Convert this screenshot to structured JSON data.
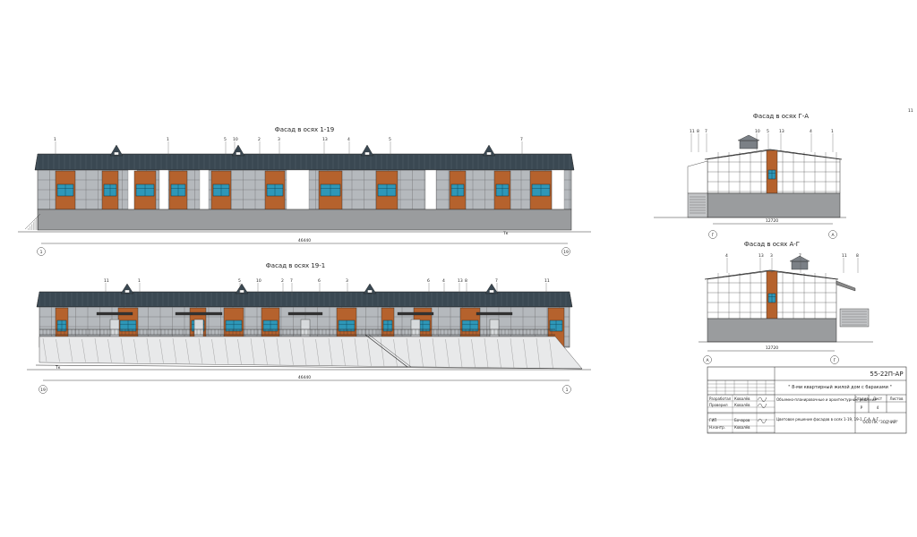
{
  "colors": {
    "roof": "#3a4852",
    "roof_line": "#6b7780",
    "wall_gray": "#b5b9bd",
    "wall_light": "#d7dadc",
    "panel_white": "#ffffff",
    "plinth": "#9a9c9e",
    "accent_orange": "#b5622d",
    "window_blue": "#2e97b8",
    "line": "#2a2a2a"
  },
  "elevations": [
    {
      "id": "facade-1-19",
      "title": "Фасад в осях 1-19",
      "tags": [
        "1",
        "1",
        "5",
        "10",
        "2",
        "3",
        "13",
        "4",
        "5",
        "7"
      ],
      "dimension": "46440",
      "level_mark": "Тк",
      "axes": [
        "1",
        "19"
      ]
    },
    {
      "id": "facade-19-1",
      "title": "Фасад в осях 19-1",
      "tags": [
        "11",
        "1",
        "5",
        "10",
        "2",
        "7",
        "6",
        "3",
        "6",
        "4",
        "13",
        "8",
        "7",
        "11"
      ],
      "dimension": "46440",
      "level_mark": "Тк",
      "axes": [
        "19",
        "1"
      ]
    },
    {
      "id": "facade-g-a",
      "title": "Фасад в осях Г-А",
      "tags": [
        "11",
        "8",
        "7",
        "10",
        "5",
        "13",
        "4",
        "1"
      ],
      "dimension": "12720",
      "axes": [
        "Г",
        "А"
      ]
    },
    {
      "id": "facade-a-g",
      "title": "Фасад в осях А-Г",
      "tags": [
        "4",
        "13",
        "3",
        "7",
        "11",
        "8"
      ],
      "dimension": "12720",
      "axes": [
        "А",
        "Г"
      ]
    }
  ],
  "sheet_number": "11",
  "title_block": {
    "code": "55-22П-АР",
    "project": "\" 8-ми квартирный жилой дом с бараками \"",
    "object": "Объемно-планировочные и архитектурные решения",
    "sheet_name": "Цветовое решение фасадов в осях 1-19, 19-1, Г-А, А-Г",
    "org": "ООО ПК \"ЗОДЧИЙ\"",
    "stage_label": "Стадия",
    "sheet_label": "Лист",
    "sheets_label": "Листов",
    "stage": "Р",
    "sheet": "4",
    "roles": [
      "Разработал",
      "Проверил",
      "ГИП",
      "Н.контр."
    ],
    "names": [
      "Ковалёв",
      "Ковалёв",
      "Бочаров",
      "Ковалёв"
    ]
  }
}
